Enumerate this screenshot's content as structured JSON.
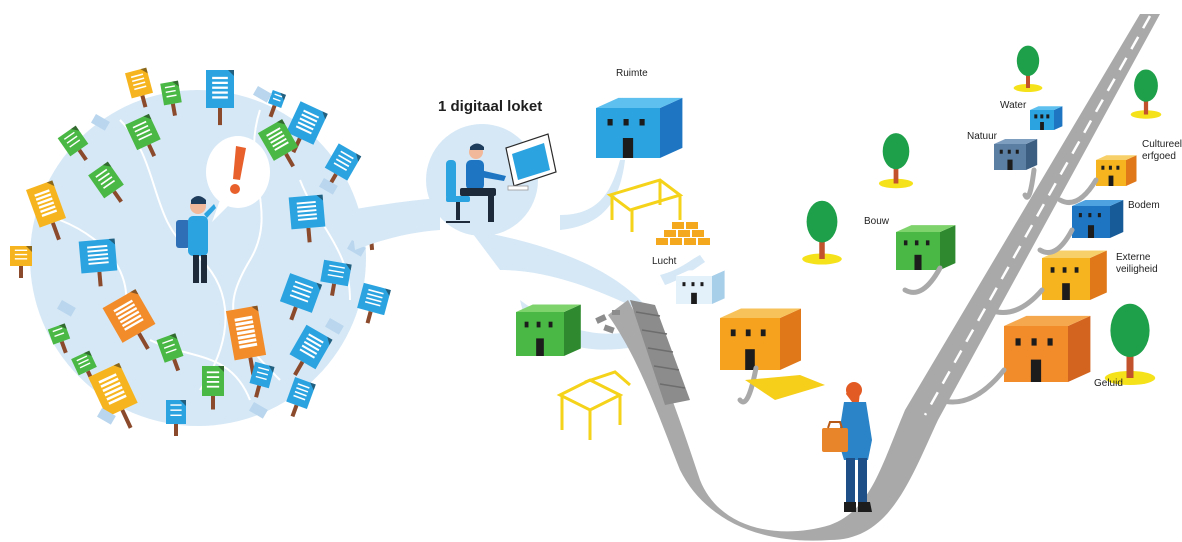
{
  "title": "1 digitaal loket",
  "labels": {
    "ruimte": "Ruimte",
    "lucht": "Lucht",
    "bouw": "Bouw",
    "water": "Water",
    "natuur": "Natuur",
    "cultureel": "Cultureel",
    "erfgoed": "erfgoed",
    "bodem": "Bodem",
    "externe": "Externe",
    "veiligheid": "veiligheid",
    "geluid": "Geluid",
    "exclamation": "!"
  },
  "colors": {
    "cloud": "#d3e6f5",
    "road": "#a2a2a2",
    "road_lines": "#ffffff",
    "blue": "#2ba3e0",
    "green": "#4ab844",
    "orange": "#f28c2a",
    "yellow": "#f6b51e",
    "tree": "#1ea04a",
    "trunk": "#8b4a2b",
    "scaffold": "#f5d31a"
  }
}
